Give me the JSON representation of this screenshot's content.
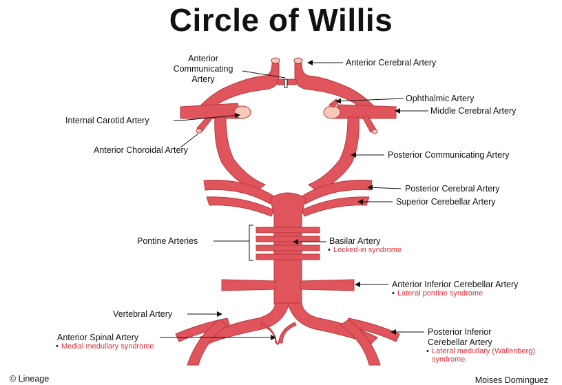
{
  "title": "Circle of Willis",
  "colors": {
    "artery": "#e0545b",
    "artery_stroke": "#b8383e",
    "note": "#d9303b",
    "cut_end": "#f7c9b8"
  },
  "labels": {
    "anterior_communicating": [
      "Anterior",
      "Communicating",
      "Artery"
    ],
    "anterior_cerebral": "Anterior Cerebral Artery",
    "ophthalmic": "Ophthalmic Artery",
    "middle_cerebral": "Middle Cerebral Artery",
    "internal_carotid": "Internal Carotid Artery",
    "anterior_choroidal": "Anterior Choroidal Artery",
    "posterior_communicating": "Posterior Communicating Artery",
    "posterior_cerebral": "Posterior Cerebral Artery",
    "superior_cerebellar": "Superior Cerebellar Artery",
    "pontine": "Pontine Arteries",
    "basilar": "Basilar Artery",
    "basilar_note": "Locked-in syndrome",
    "aica": "Anterior Inferior Cerebellar Artery",
    "aica_note": "Lateral pontine syndrome",
    "vertebral": "Vertebral Artery",
    "anterior_spinal": "Anterior Spinal Artery",
    "anterior_spinal_note": "Medial medullary syndrome",
    "pica": [
      "Posterior Inferior",
      "Cerebellar Artery"
    ],
    "pica_note": [
      "Lateral medullary (Wallenberg)",
      "syndrome."
    ]
  },
  "bullet": "•",
  "credits": {
    "left": "© Lineage",
    "right": "Moises Dominguez"
  }
}
